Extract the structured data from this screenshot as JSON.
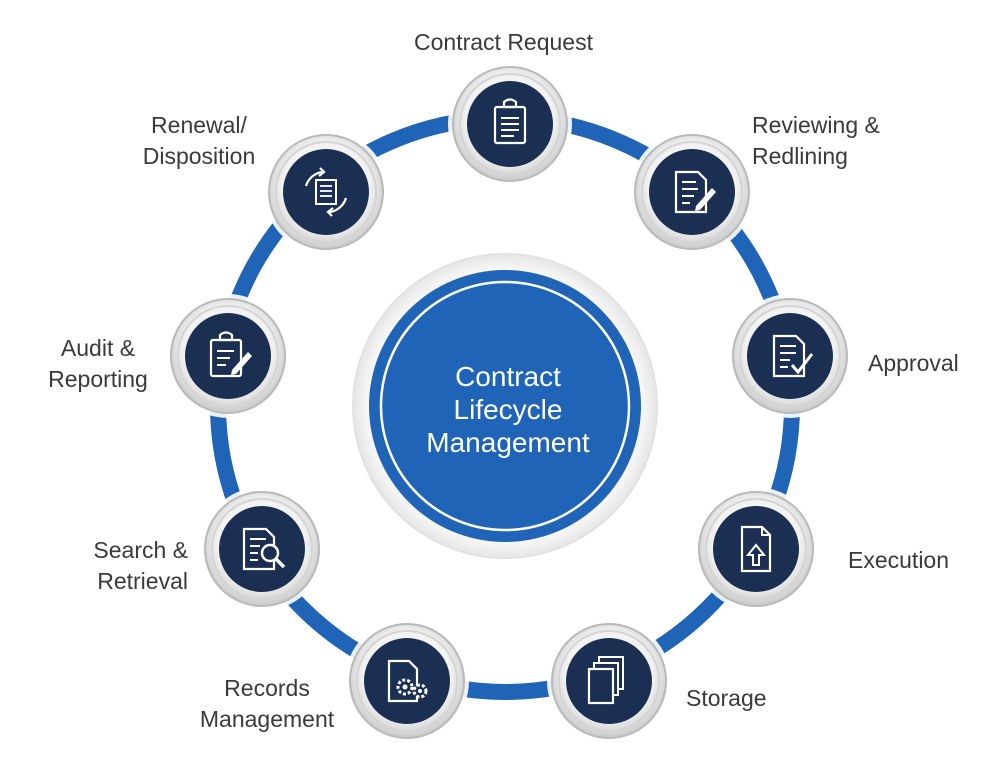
{
  "center": {
    "lines": [
      "Contract",
      "Lifecycle",
      "Management"
    ]
  },
  "colors": {
    "ring": "#1f64b6",
    "node_fill": "#1b2f52",
    "center_fill": "#1f64b6",
    "text": "#3a3a3a"
  },
  "stages": [
    {
      "id": "contract-request",
      "lines": [
        "Contract Request"
      ],
      "icon": "clipboard-icon"
    },
    {
      "id": "reviewing-redlining",
      "lines": [
        "Reviewing &",
        "Redlining"
      ],
      "icon": "document-pen-icon"
    },
    {
      "id": "approval",
      "lines": [
        "Approval"
      ],
      "icon": "document-check-icon"
    },
    {
      "id": "execution",
      "lines": [
        "Execution"
      ],
      "icon": "document-upload-icon"
    },
    {
      "id": "storage",
      "lines": [
        "Storage"
      ],
      "icon": "stacked-documents-icon"
    },
    {
      "id": "records-management",
      "lines": [
        "Records",
        "Management"
      ],
      "icon": "document-gears-icon"
    },
    {
      "id": "search-retrieval",
      "lines": [
        "Search &",
        "Retrieval"
      ],
      "icon": "document-search-icon"
    },
    {
      "id": "audit-reporting",
      "lines": [
        "Audit &",
        "Reporting"
      ],
      "icon": "clipboard-pen-icon"
    },
    {
      "id": "renewal-disposition",
      "lines": [
        "Renewal/",
        "Disposition"
      ],
      "icon": "document-cycle-icon"
    }
  ]
}
